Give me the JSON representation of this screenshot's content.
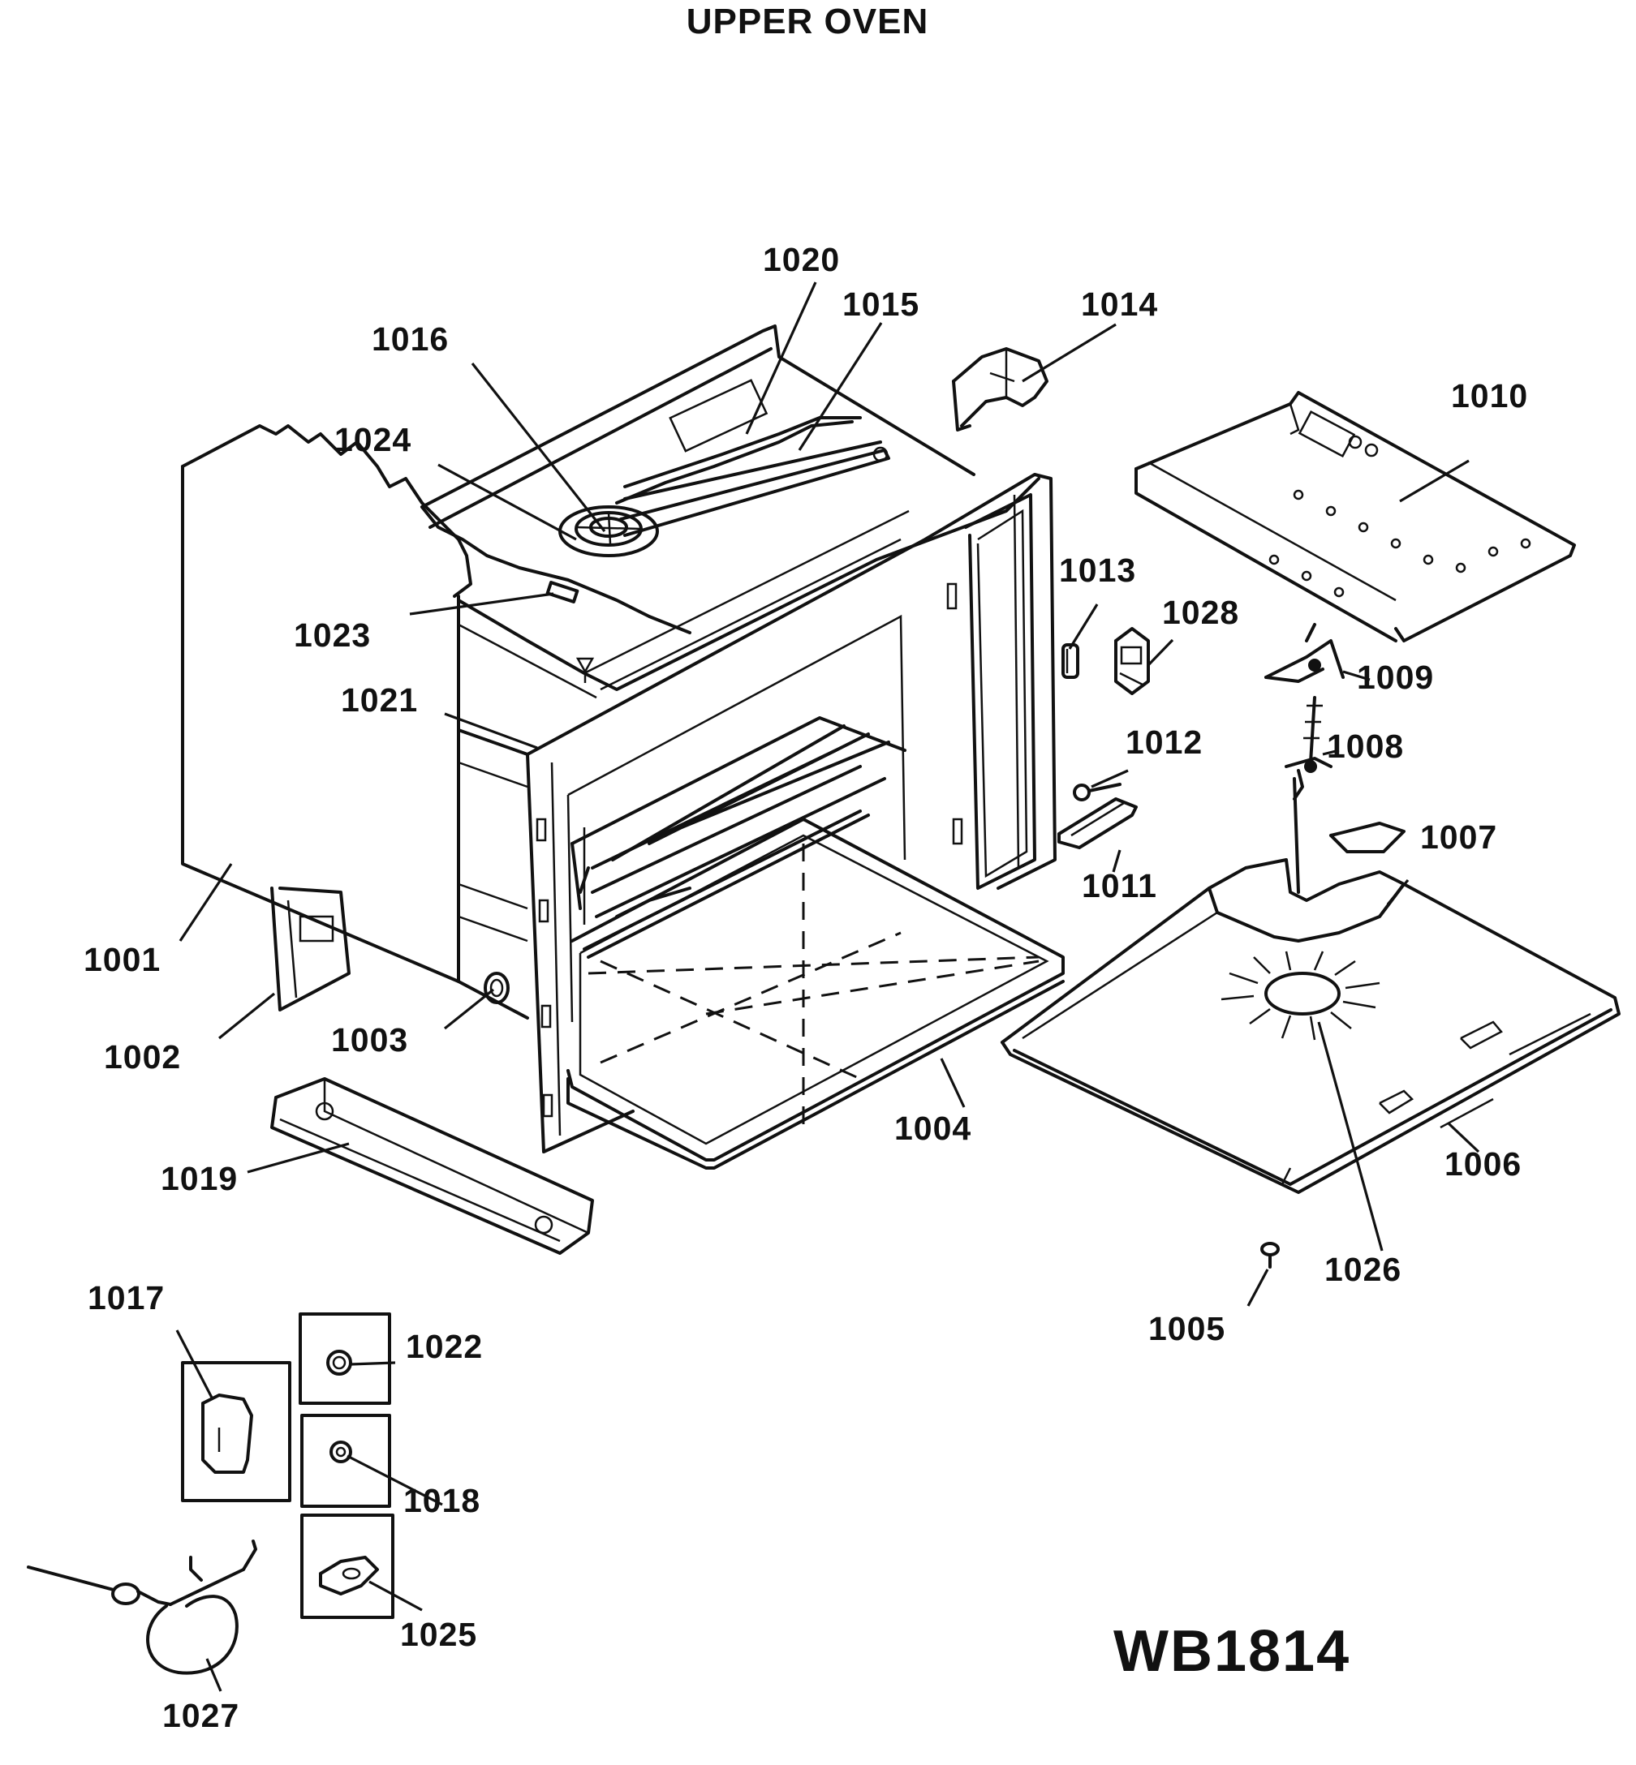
{
  "title": "UPPER OVEN",
  "diagram_code": "WB1814",
  "parts": [
    {
      "id": "1001",
      "label": "1001"
    },
    {
      "id": "1002",
      "label": "1002"
    },
    {
      "id": "1003",
      "label": "1003"
    },
    {
      "id": "1004",
      "label": "1004"
    },
    {
      "id": "1005",
      "label": "1005"
    },
    {
      "id": "1006",
      "label": "1006"
    },
    {
      "id": "1007",
      "label": "1007"
    },
    {
      "id": "1008",
      "label": "1008"
    },
    {
      "id": "1009",
      "label": "1009"
    },
    {
      "id": "1010",
      "label": "1010"
    },
    {
      "id": "1011",
      "label": "1011"
    },
    {
      "id": "1012",
      "label": "1012"
    },
    {
      "id": "1013",
      "label": "1013"
    },
    {
      "id": "1014",
      "label": "1014"
    },
    {
      "id": "1015",
      "label": "1015"
    },
    {
      "id": "1016",
      "label": "1016"
    },
    {
      "id": "1017",
      "label": "1017"
    },
    {
      "id": "1018",
      "label": "1018"
    },
    {
      "id": "1019",
      "label": "1019"
    },
    {
      "id": "1020",
      "label": "1020"
    },
    {
      "id": "1021",
      "label": "1021"
    },
    {
      "id": "1022",
      "label": "1022"
    },
    {
      "id": "1023",
      "label": "1023"
    },
    {
      "id": "1024",
      "label": "1024"
    },
    {
      "id": "1025",
      "label": "1025"
    },
    {
      "id": "1026",
      "label": "1026"
    },
    {
      "id": "1027",
      "label": "1027"
    },
    {
      "id": "1028",
      "label": "1028"
    }
  ]
}
